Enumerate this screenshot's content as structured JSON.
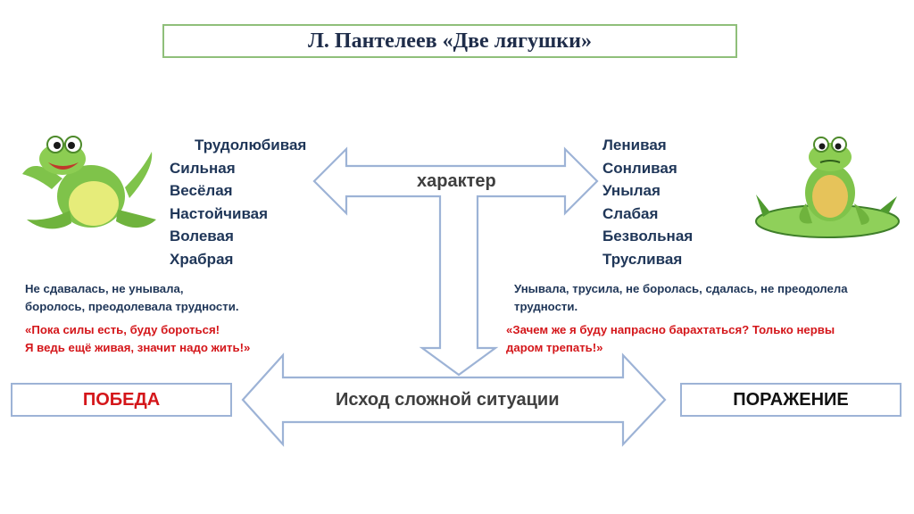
{
  "title": "Л. Пантелеев «Две лягушки»",
  "left_traits": [
    "Трудолюбивая",
    "Сильная",
    "Весёлая",
    "Настойчивая",
    "Волевая",
    "Храбрая"
  ],
  "right_traits": [
    "Ленивая",
    "Сонливая",
    "Унылая",
    "Слабая",
    "Безвольная",
    "Трусливая"
  ],
  "character_label": "характер",
  "left_actions": [
    "Не сдавалась,  не унывала,",
    "боролось,  преодолевала трудности."
  ],
  "right_actions": [
    "Унывала, трусила, не боролась, сдалась,  не преодолела",
    "трудности."
  ],
  "left_quote": [
    "«Пока силы есть, буду бороться!",
    "Я ведь ещё живая, значит надо жить!»"
  ],
  "right_quote": [
    "«Зачем же я буду напрасно барахтаться? Только нервы",
    "даром трепать!»"
  ],
  "victory_label": "ПОБЕДА",
  "defeat_label": "ПОРАЖЕНИЕ",
  "outcome_label": "Исход сложной ситуации",
  "colors": {
    "title_border": "#8fbf7a",
    "arrow_stroke": "#9db3d6",
    "trait_text": "#1f3658",
    "victory_text": "#d4161a",
    "quote_text": "#d4161a",
    "defeat_text": "#111111"
  }
}
